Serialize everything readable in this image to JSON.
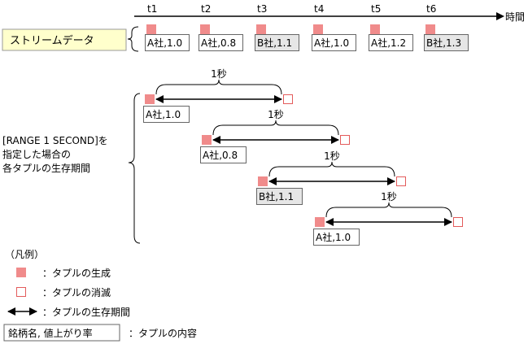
{
  "timeline": {
    "ticks": [
      "t1",
      "t2",
      "t3",
      "t4",
      "t5",
      "t6"
    ],
    "axis_label": "時間"
  },
  "stream_label": "ストリームデータ",
  "stream_tuples": [
    {
      "label": "A社,1.0",
      "kind": "A"
    },
    {
      "label": "A社,0.8",
      "kind": "A"
    },
    {
      "label": "B社,1.1",
      "kind": "B"
    },
    {
      "label": "A社,1.0",
      "kind": "A"
    },
    {
      "label": "A社,1.2",
      "kind": "A"
    },
    {
      "label": "B社,1.3",
      "kind": "B"
    }
  ],
  "range_description": [
    "[RANGE 1 SECOND]を",
    "指定した場合の",
    "各タプルの生存期間"
  ],
  "lifetimes": [
    {
      "tuple": "A社,1.0",
      "kind": "A",
      "duration_label": "1秒"
    },
    {
      "tuple": "A社,0.8",
      "kind": "A",
      "duration_label": "1秒"
    },
    {
      "tuple": "B社,1.1",
      "kind": "B",
      "duration_label": "1秒"
    },
    {
      "tuple": "A社,1.0",
      "kind": "A",
      "duration_label": "1秒"
    }
  ],
  "legend": {
    "title": "（凡例）",
    "generate": "：タプルの生成",
    "expire": "：タプルの消滅",
    "lifetime": "：タプルの生存期間",
    "content_box": "銘柄名, 値上がり率",
    "content": "：タプルの内容"
  },
  "colors": {
    "generate_fill": "#f08b8b",
    "expire_stroke": "#e35b5b",
    "b_box_fill": "#e6e6e6",
    "legend_bg": "#ffffcc"
  }
}
